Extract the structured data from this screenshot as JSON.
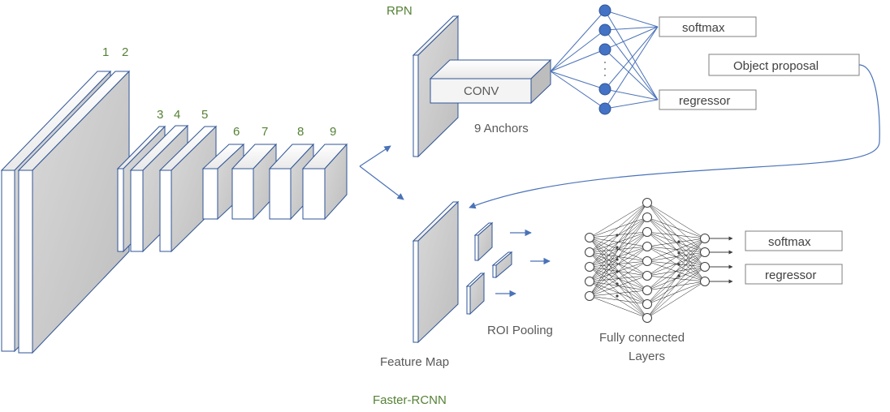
{
  "layer_numbers": [
    "1",
    "2",
    "3",
    "4",
    "5",
    "6",
    "7",
    "8",
    "9"
  ],
  "rpn": {
    "title": "RPN",
    "conv_label": "CONV",
    "anchors_label": "9 Anchors",
    "ellipsis": "·\n·\n·",
    "softmax_label": "softmax",
    "regressor_label": "regressor"
  },
  "object_proposal_label": "Object proposal",
  "feature_map_label": "Feature Map",
  "roi_pooling_label": "ROI Pooling",
  "fc": {
    "label_line1": "Fully connected",
    "label_line2": "Layers",
    "softmax_label": "softmax",
    "regressor_label": "regressor"
  },
  "footer_label": "Faster-RCNN",
  "colors": {
    "green_text": "#548235",
    "gray_text": "#595959",
    "node_blue": "#4472c4",
    "arrow_blue": "#4a72b8",
    "block_front": "#c8c8c8",
    "block_face": "#ffffff",
    "block_edge": "#2f5597"
  }
}
